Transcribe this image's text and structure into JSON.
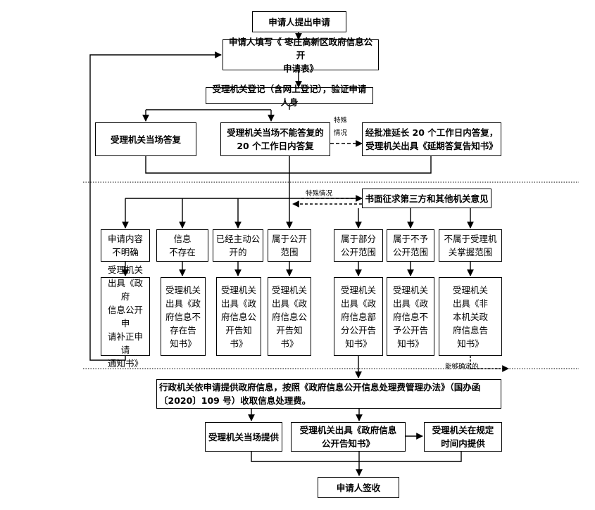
{
  "nodes": {
    "n_apply": "申请人提出申请",
    "n_fill": "申请人填写《 枣庄高新区政府信息公开\n申请表》",
    "n_register": "受理机关登记（含网上登记），验证申请人身",
    "n_onsite_reply": "受理机关当场答复",
    "n_cannot_reply": "受理机关当场不能答复的\n20 个工作日内答复",
    "n_extend": "经批准延长 20 个工作日内答复，\n受理机关出具《延期答复告知书》",
    "n_consult": "书面征求第三方和其他机关意见",
    "c1": "申请内容\n不明确",
    "c2": "信息\n不存在",
    "c3": "已经主动公\n开的",
    "c4": "属于公开\n范围",
    "c5": "属于部分\n公开范围",
    "c6": "属于不予\n公开范围",
    "c7": "不属于受理机\n关掌握范围",
    "d1": "受理机关\n出具《政府\n信息公开申\n请补正申请\n通知书》",
    "d2": "受理机关\n出具《政\n府信息不\n存在告\n知书》",
    "d3": "受理机关\n出具《政\n府信息公\n开告知\n书》",
    "d4": "受理机关\n出具《政\n府信息公\n开告知\n书》",
    "d5": "受理机关\n出具《政\n府信息部\n分公开告\n知书》",
    "d6": "受理机关\n出具《政\n府信息不\n予公开告\n知书》",
    "d7": "受理机关\n出具《非\n本机关政\n府信息告\n知书》",
    "n_fee": "行政机关依申请提供政府信息，按照《政府信息公开信息处理费管理办法》（国办函\n〔2020〕109 号）收取信息处理费。",
    "n_provide_onsite": "受理机关当场提供",
    "n_issue_notice": "受理机关出具《政府信息\n公开告知书》",
    "n_provide_later": "受理机关在规定\n时间内提供",
    "n_sign": "申请人签收"
  },
  "labels": {
    "special_1": "特殊\n情况",
    "special_2": "特殊情况",
    "can_confirm": "能够确定的"
  }
}
